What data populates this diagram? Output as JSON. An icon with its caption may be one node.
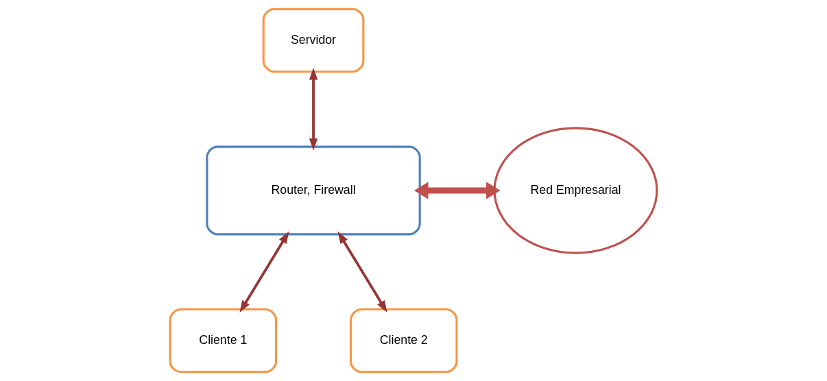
{
  "diagram": {
    "nodes": [
      {
        "text": [
          "Servidor"
        ]
      },
      {
        "text": [
          "Router, Firewall"
        ]
      },
      {
        "text": [
          "Red Empresarial"
        ]
      },
      {
        "text": [
          "Cliente 1"
        ]
      },
      {
        "text": [
          "Cliente 2"
        ]
      }
    ],
    "edges": [
      {
        "from": 0,
        "to": 1,
        "arrow": "both"
      },
      {
        "from": 1,
        "to": 2,
        "arrow": "both",
        "style": "thick",
        "color": "#c0504d"
      },
      {
        "from": 1,
        "to": 3,
        "arrow": "both"
      },
      {
        "from": 1,
        "to": 4,
        "arrow": "both"
      }
    ]
  }
}
